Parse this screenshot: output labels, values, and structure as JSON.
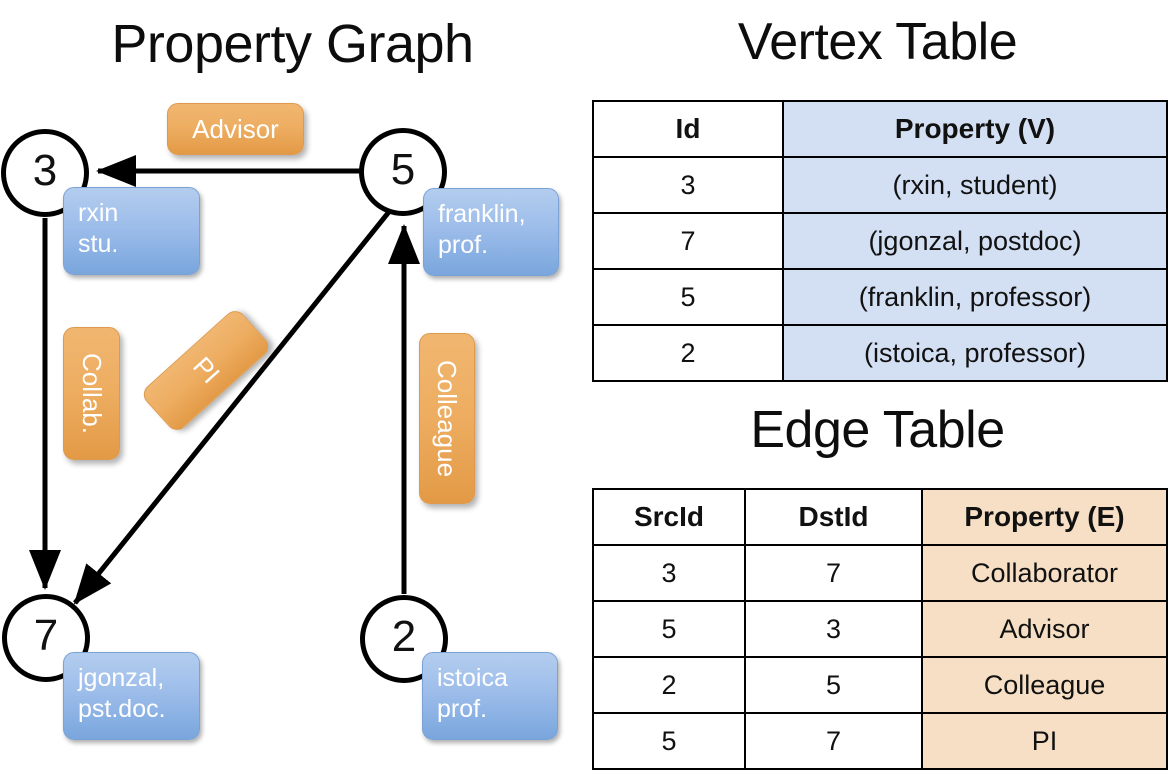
{
  "graph_panel": {
    "title": "Property Graph",
    "nodes": [
      {
        "id": "3",
        "property": "rxin\nstu."
      },
      {
        "id": "5",
        "property": "franklin,\nprof."
      },
      {
        "id": "7",
        "property": "jgonzal,\npst.doc."
      },
      {
        "id": "2",
        "property": "istoica\nprof."
      }
    ],
    "node_labels": {
      "n3_line1": "rxin",
      "n3_line2": "stu.",
      "n5_line1": "franklin,",
      "n5_line2": "prof.",
      "n7_line1": "jgonzal,",
      "n7_line2": "pst.doc.",
      "n2_line1": "istoica",
      "n2_line2": "prof."
    },
    "edge_labels": {
      "advisor": "Advisor",
      "collab": "Collab.",
      "pi": "PI",
      "colleague": "Colleague"
    },
    "colors": {
      "node_fill": "#ffffff",
      "node_stroke": "#000000",
      "vertex_property_box": "#9dbdea",
      "edge_label_box": "#eeae62",
      "edge_line": "#000000"
    }
  },
  "vertex_table": {
    "title": "Vertex Table",
    "headers": [
      "Id",
      "Property (V)"
    ],
    "rows": [
      {
        "id": "3",
        "property": "(rxin, student)"
      },
      {
        "id": "7",
        "property": "(jgonzal, postdoc)"
      },
      {
        "id": "5",
        "property": "(franklin, professor)"
      },
      {
        "id": "2",
        "property": "(istoica, professor)"
      }
    ],
    "property_column_color": "#d3dff2"
  },
  "edge_table": {
    "title": "Edge Table",
    "headers": [
      "SrcId",
      "DstId",
      "Property (E)"
    ],
    "rows": [
      {
        "src": "3",
        "dst": "7",
        "property": "Collaborator"
      },
      {
        "src": "5",
        "dst": "3",
        "property": "Advisor"
      },
      {
        "src": "2",
        "dst": "5",
        "property": "Colleague"
      },
      {
        "src": "5",
        "dst": "7",
        "property": "PI"
      }
    ],
    "property_column_color": "#f6dfc5"
  }
}
